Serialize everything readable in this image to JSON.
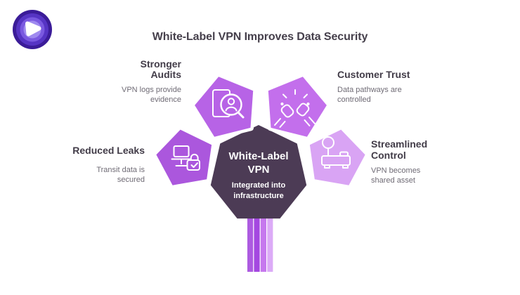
{
  "title": "White-Label VPN Improves Data Security",
  "brand": {
    "icon": "vpn-brand-logo",
    "ring_colors": [
      "#3b1c98",
      "#5634c4",
      "#7a59e0",
      "#9f8aef"
    ],
    "mark_color": "#ffffff"
  },
  "center": {
    "heading": "White-Label VPN",
    "subtext": "Integrated into infrastructure",
    "fill": "#4c3b55",
    "text_color": "#ffffff"
  },
  "petals": [
    {
      "id": "stronger-audits",
      "heading": "Stronger Audits",
      "subtext": "VPN logs provide evidence",
      "fill": "#b763e6",
      "icon": "audit-record-magnifier-icon"
    },
    {
      "id": "customer-trust",
      "heading": "Customer Trust",
      "subtext": "Data pathways are controlled",
      "fill": "#c36fec",
      "icon": "fist-bump-icon"
    },
    {
      "id": "reduced-leaks",
      "heading": "Reduced Leaks",
      "subtext": "Transit data is secured",
      "fill": "#ab57dd",
      "icon": "device-lock-icon"
    },
    {
      "id": "streamlined-control",
      "heading": "Streamlined Control",
      "subtext": "VPN becomes shared asset",
      "fill": "#d9a4f4",
      "icon": "control-lever-icon"
    }
  ],
  "stem": {
    "colors": [
      "#ad5be0",
      "#a448e0",
      "#c678ee",
      "#dcabf7"
    ]
  },
  "text_colors": {
    "title": "#453f4b",
    "heading": "#423c48",
    "subtext": "#6f6b75"
  }
}
